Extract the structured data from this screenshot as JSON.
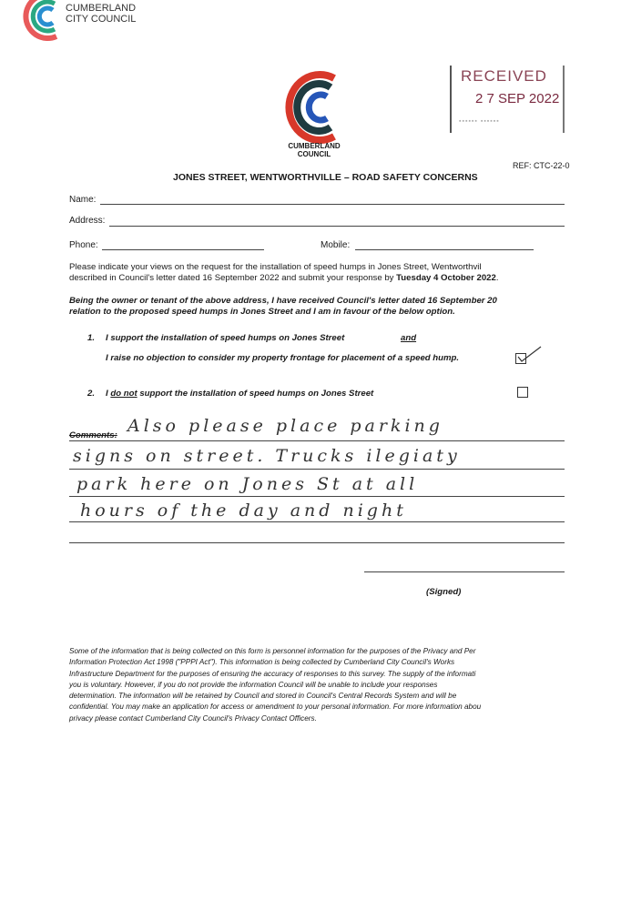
{
  "brand": {
    "line1": "CUMBERLAND",
    "line2": "CITY COUNCIL"
  },
  "header": {
    "council_line1": "CUMBERLAND",
    "council_line2": "COUNCIL",
    "ref": "REF: CTC-22-0"
  },
  "stamp": {
    "received": "RECEIVED",
    "date": "2 7 SEP 2022"
  },
  "form": {
    "title": "JONES STREET, WENTWORTHVILLE – ROAD SAFETY CONCERNS",
    "name_label": "Name:",
    "address_label": "Address:",
    "phone_label": "Phone:",
    "mobile_label": "Mobile:",
    "intro_line1": "Please indicate your views on the request for the installation of speed humps in Jones Street, Wentworthvil",
    "intro_line2": "described in Council's letter dated 16 September 2022 and submit your response by ",
    "intro_deadline": "Tuesday 4 October 2022",
    "declaration_line1": "Being the owner or tenant of the above address, I have received Council's letter dated 16 September 20",
    "declaration_line2": "relation to the proposed speed humps in Jones Street and I am in favour of the below option.",
    "option1_num": "1.",
    "option1_text": "I support the installation of speed humps on Jones Street",
    "option1_and": "and",
    "option1_line2": "I raise no objection to consider my property frontage for placement of a speed hump.",
    "option1_checked": true,
    "option2_num": "2.",
    "option2_pre": "I ",
    "option2_underlined": "do not",
    "option2_post": " support the installation of speed humps on Jones Street",
    "option2_checked": false,
    "comments_label": "Comments:",
    "comments": [
      "Also please place parking",
      "signs on street. Trucks ilegiaty",
      "park here on Jones St at all",
      "hours of the day and night"
    ],
    "signed_label": "(Signed)"
  },
  "privacy": [
    "Some of the information that is being collected on this form is personnel information for the purposes of the Privacy and Per",
    "Information Protection Act 1998 (\"PPPI Act\"). This information is being collected by Cumberland City Council's Works",
    "Infrastructure Department for the purposes of ensuring the accuracy of responses to this survey. The supply of the informati",
    "you is voluntary. However, if you do not provide the information Council will be unable to include your responses",
    "determination. The information will be retained by Council and stored in Council's Central Records System and will be",
    "confidential. You may make an application for access or amendment to your personal information. For more information abou",
    "privacy please contact Cumberland City Council's Privacy Contact Officers."
  ]
}
